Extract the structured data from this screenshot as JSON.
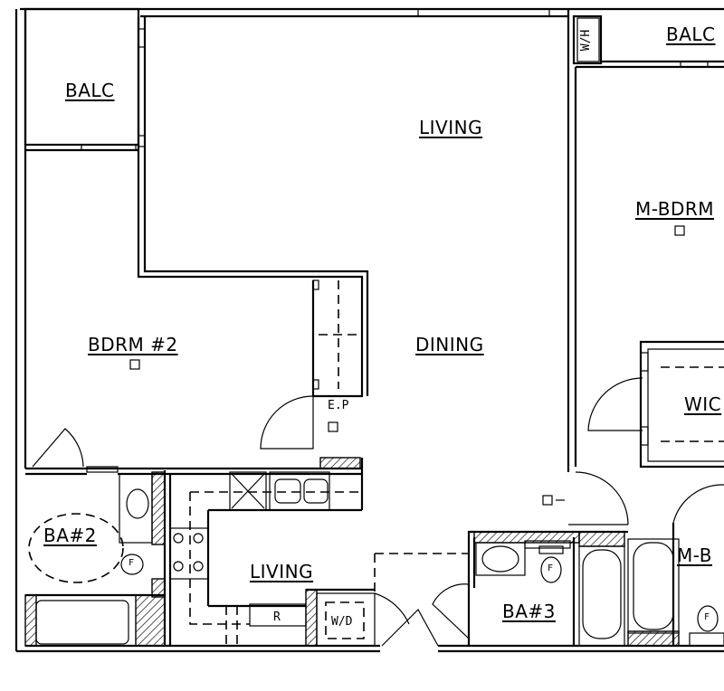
{
  "rooms": {
    "balc_left": "BALC",
    "balc_right": "BALC",
    "wh": "W/H",
    "living_main": "LIVING",
    "master_bedroom": "M-BDRM",
    "bedroom2": "BDRM #2",
    "dining": "DINING",
    "ep": "E.P",
    "wic": "WIC",
    "bath2": "BA#2",
    "living_kitchen": "LIVING",
    "refrigerator": "R",
    "washer_dryer": "W/D",
    "bath3": "BA#3",
    "master_bath": "M-B",
    "fixture_f": "F"
  }
}
